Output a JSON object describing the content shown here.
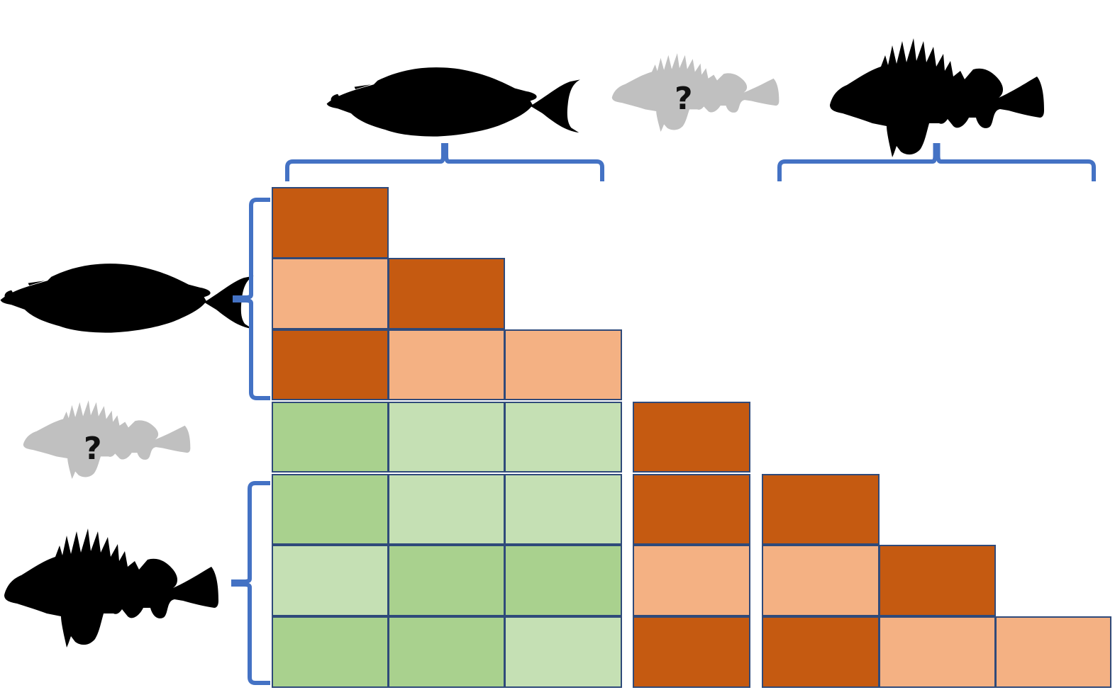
{
  "colors": {
    "dark_orange": "#c55a11",
    "light_orange": "#f4b183",
    "dark_green": "#a9d18e",
    "light_green": "#c5e0b4",
    "bracket_blue": "#4472c4",
    "silhouette_black": "#000000",
    "silhouette_gray": "#c0c0c0"
  },
  "glyphs": {
    "unknown_mark": "?"
  },
  "icons": {
    "top_left": "surgeonfish-icon",
    "top_middle": "unknown-scorpionfish-icon",
    "top_right": "scorpionfish-icon",
    "left_top": "surgeonfish-icon",
    "left_middle": "unknown-scorpionfish-icon",
    "left_bottom": "scorpionfish-icon"
  },
  "matrix": {
    "column_groups": [
      "group-a",
      "unknown",
      "group-b"
    ],
    "row_groups": [
      "group-a",
      "group-a",
      "group-a",
      "unknown",
      "group-b",
      "group-b",
      "group-b"
    ],
    "rows": [
      [
        "DO"
      ],
      [
        "LO",
        "DO"
      ],
      [
        "DO",
        "LO",
        "LO"
      ],
      [
        "DG",
        "LG",
        "LG",
        "DO"
      ],
      [
        "DG",
        "LG",
        "LG",
        "DO",
        "DO"
      ],
      [
        "LG",
        "DG",
        "DG",
        "LO",
        "LO",
        "DO"
      ],
      [
        "DG",
        "DG",
        "LG",
        "DO",
        "DO",
        "LO",
        "LO"
      ]
    ],
    "legend_codes": {
      "DO": "dark_orange",
      "LO": "light_orange",
      "DG": "dark_green",
      "LG": "light_green"
    }
  }
}
